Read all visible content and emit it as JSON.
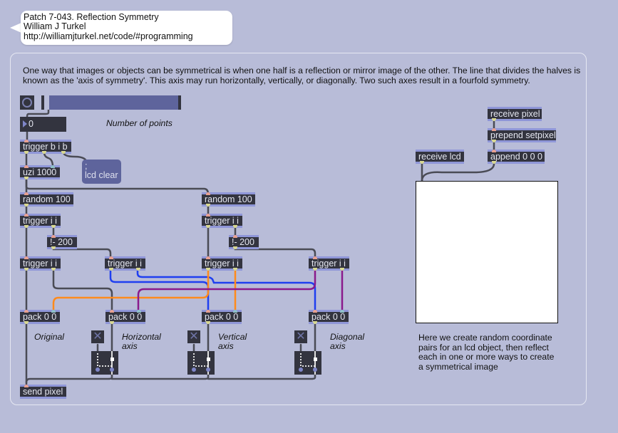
{
  "header": {
    "lines": [
      "Patch 7-043. Reflection Symmetry",
      "William J Turkel",
      "http://williamjturkel.net/code/#programming"
    ]
  },
  "intro_text": "One way that images or objects can be symmetrical is when one half is a reflection or mirror image of the other. The line that divides the halves is known as the 'axis of symmetry'. This axis may run horizontally, vertically, or diagonally. Two such axes result in a fourfold symmetry.",
  "controls": {
    "number_value": "0",
    "number_label": "Number of points",
    "slider_value": 0,
    "toggle_on": false
  },
  "objects": {
    "trigger_bib": "trigger b i b",
    "uzi": "uzi 1000",
    "lcd_clear_msg_line1": ";",
    "lcd_clear_msg_line2": "lcd clear",
    "random_1": "random 100",
    "random_2": "random 100",
    "trigger_ii_1": "trigger i i",
    "trigger_ii_2": "trigger i i",
    "minus_1": "!- 200",
    "minus_2": "!- 200",
    "trigger_ii_3": "trigger i i",
    "trigger_ii_4": "trigger i i",
    "trigger_ii_5": "trigger i i",
    "trigger_ii_6": "trigger i i",
    "pack_1": "pack 0 0",
    "pack_2": "pack 0 0",
    "pack_3": "pack 0 0",
    "pack_4": "pack 0 0",
    "send_pixel": "send pixel",
    "receive_pixel": "receive pixel",
    "prepend": "prepend setpixel",
    "append": "append 0 0 0",
    "receive_lcd": "receive lcd"
  },
  "labels": {
    "original": "Original",
    "horizontal_1": "Horizontal",
    "horizontal_2": "axis",
    "vertical_1": "Vertical",
    "vertical_2": "axis",
    "diagonal_1": "Diagonal",
    "diagonal_2": "axis"
  },
  "note_text": "Here we create random coordinate pairs for an lcd object, then reflect each in one or more ways to create a symmetrical image",
  "colors": {
    "background": "#b8bcd8",
    "object_body": "#33343f",
    "object_border": "#8f96d8",
    "cord_gray": "#4a4b55",
    "cord_blue": "#1f3ff0",
    "cord_orange": "#ff8a1c",
    "cord_purple": "#8a1a8c"
  }
}
